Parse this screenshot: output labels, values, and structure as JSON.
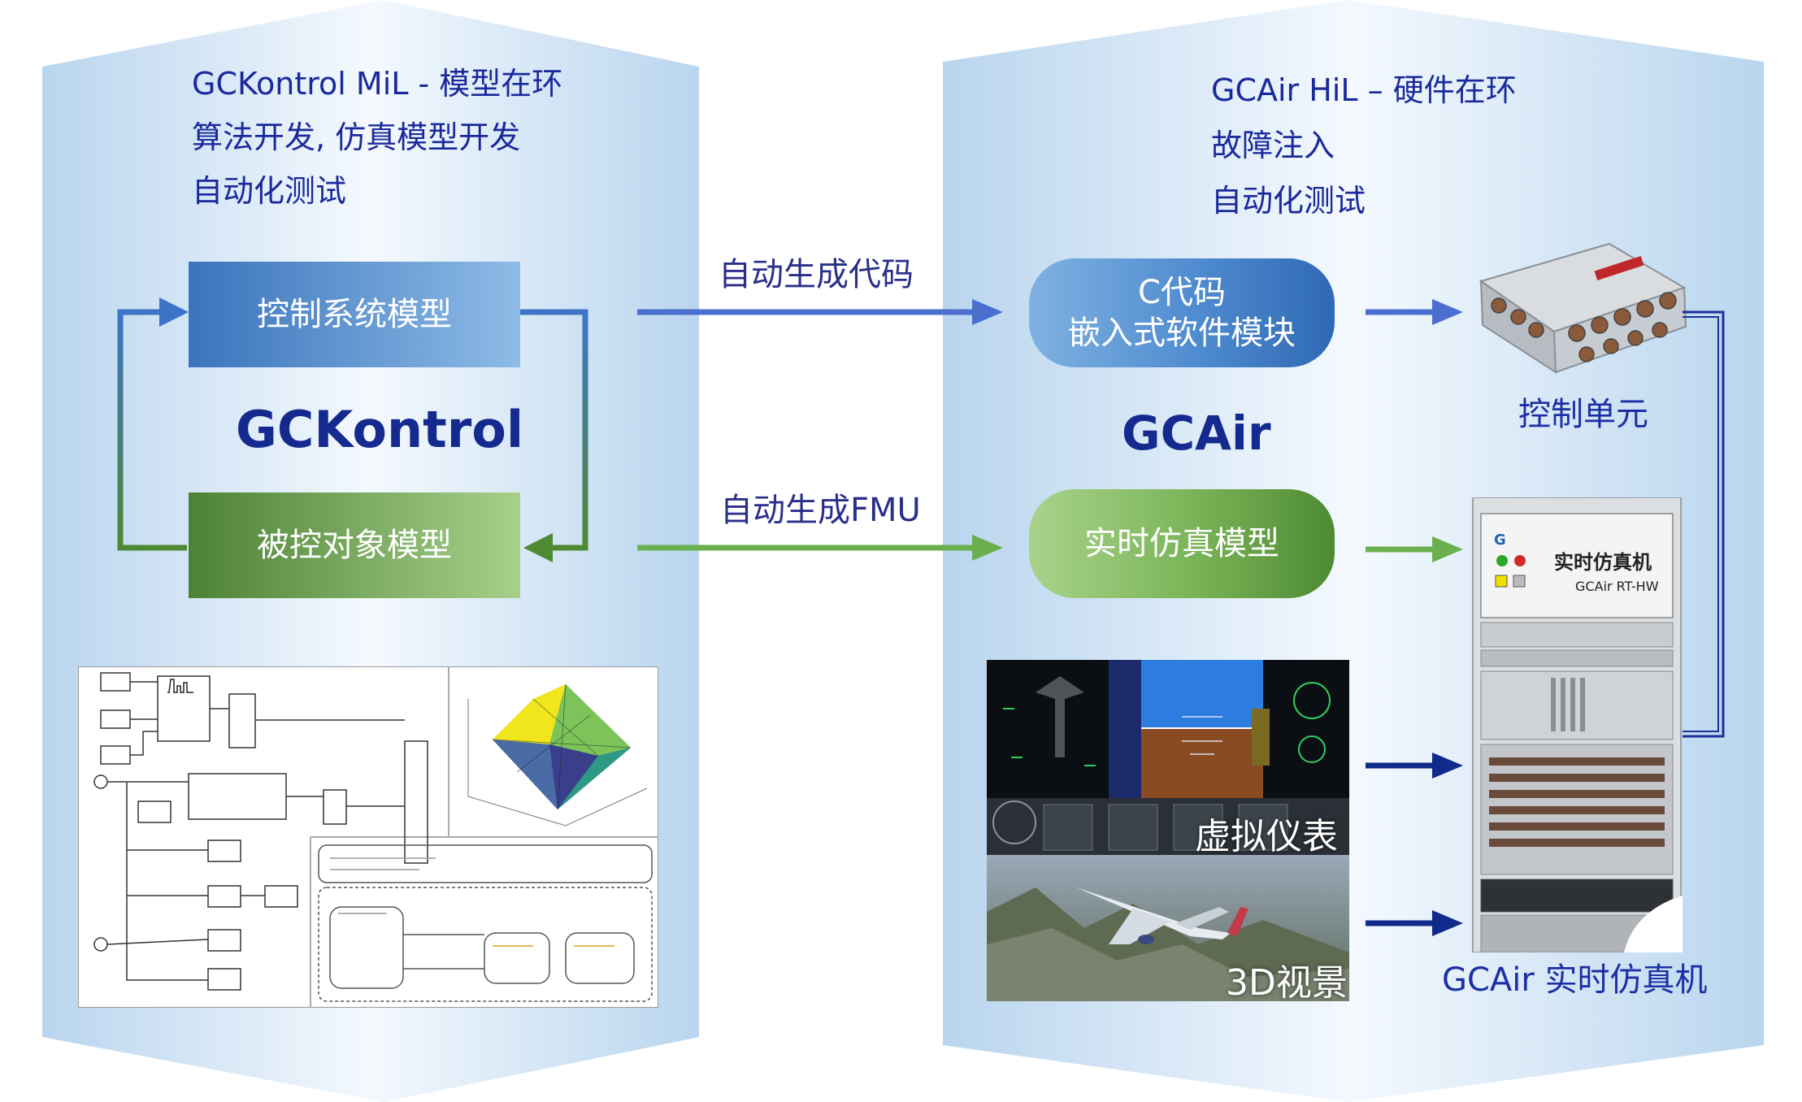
{
  "left_panel": {
    "lines": [
      "GCKontrol MiL - 模型在环",
      "算法开发, 仿真模型开发",
      "自动化测试"
    ],
    "brand": "GCKontrol",
    "control_model": "控制系统模型",
    "plant_model": "被控对象模型"
  },
  "right_panel": {
    "lines": [
      "GCAir HiL – 硬件在环",
      "故障注入",
      "自动化测试"
    ],
    "brand": "GCAir",
    "c_code_line1": "C代码",
    "c_code_line2": "嵌入式软件模块",
    "realtime_model": "实时仿真模型",
    "control_unit": "控制单元",
    "simulator_caption": "GCAir 实时仿真机",
    "virtual_instruments": "虚拟仪表",
    "scene_3d": "3D视景",
    "rack_title": "实时仿真机",
    "rack_subtitle": "GCAir RT-HW"
  },
  "arrows": {
    "code_gen": "自动生成代码",
    "fmu_gen": "自动生成FMU"
  },
  "colors": {
    "blue_box": "#4a86c8",
    "green_box": "#5f9a43",
    "title_text": "#1a2a9c",
    "arrow_blue": "#4a6fcf",
    "arrow_green": "#6bb04f",
    "arrow_navy": "#0f2a8a"
  }
}
